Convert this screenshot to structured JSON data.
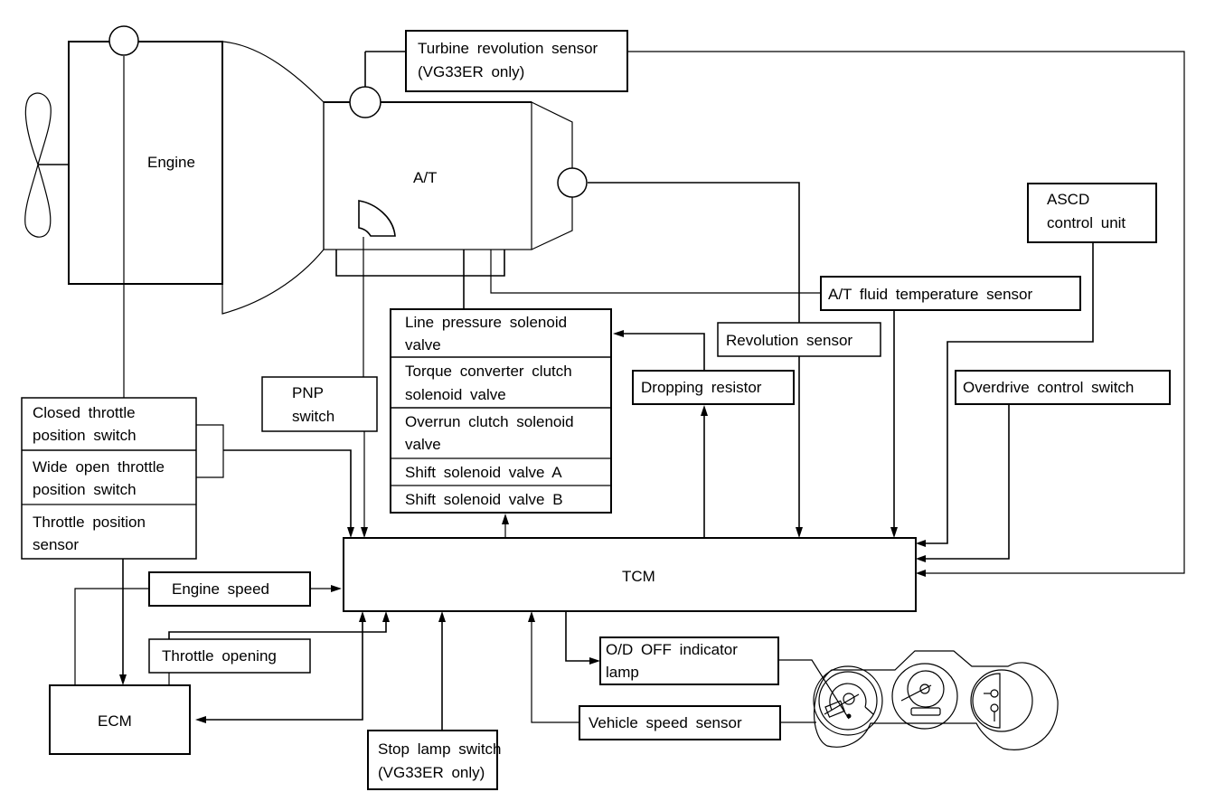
{
  "diagram": {
    "title": "A/T control system diagram",
    "colors": {
      "line": "#000000",
      "background": "#ffffff"
    },
    "components": {
      "engine": "Engine",
      "at": "A/T",
      "turbine_sensor": [
        "Turbine revolution sensor",
        "(VG33ER only)"
      ],
      "ascd": [
        "ASCD",
        "control unit"
      ],
      "fluid_temp_sensor": "A/T fluid temperature sensor",
      "revolution_sensor": "Revolution sensor",
      "dropping_resistor": "Dropping resistor",
      "overdrive_switch": "Overdrive control switch",
      "solenoids": [
        [
          "Line pressure solenoid",
          "valve"
        ],
        [
          "Torque converter clutch",
          "solenoid valve"
        ],
        [
          "Overrun clutch solenoid",
          "valve"
        ],
        [
          "Shift solenoid valve A"
        ],
        [
          "Shift solenoid valve B"
        ]
      ],
      "pnp_switch": [
        "PNP",
        "switch"
      ],
      "throttle_switches": [
        [
          "Closed throttle",
          "position switch"
        ],
        [
          "Wide open throttle",
          "position switch"
        ],
        [
          "Throttle position",
          "sensor"
        ]
      ],
      "engine_speed": "Engine speed",
      "throttle_opening": "Throttle opening",
      "ecm": "ECM",
      "tcm": "TCM",
      "stop_lamp": [
        "Stop lamp switch",
        "(VG33ER only)"
      ],
      "od_lamp": [
        "O/D OFF indicator",
        "lamp"
      ],
      "vehicle_speed": "Vehicle speed sensor",
      "instrument_cluster": "combination-meter-illustration"
    }
  }
}
